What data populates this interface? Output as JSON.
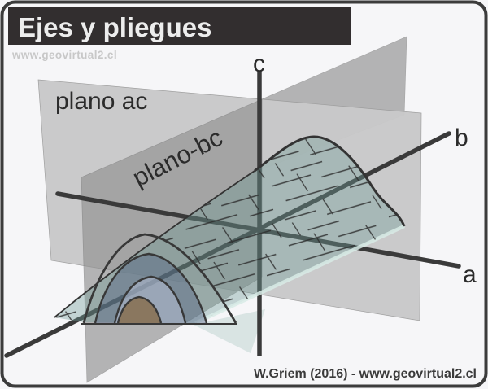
{
  "figure": {
    "title": "Ejes y pliegues",
    "watermark": "www.geovirtual2.cl",
    "credit": "W.Griem (2016) - www.geovirtual2.cl",
    "planes": {
      "ac_label": "plano ac",
      "bc_label": "plano-bc"
    },
    "axes": {
      "a": "a",
      "b": "b",
      "c": "c"
    },
    "colors": {
      "background": "#f6f6f8",
      "frame": "#3c3c3c",
      "title_bar": "#322e2f",
      "title_text": "#ededed",
      "watermark_text": "#c8c8c8",
      "label_text": "#2b2b2b",
      "plane_ac": "#c9c9ca",
      "plane_bc": "#909090",
      "axis": "#3a3a3a",
      "fold_surface": "rgba(110,155,150,0.38)",
      "fold_outline": "#333333",
      "hatch": "#2c2c2c",
      "band_blue_dark": "rgba(85,100,130,0.45)",
      "band_blue_light": "rgba(175,185,205,0.60)",
      "core_brown": "rgba(135,110,80,0.85)",
      "arc_outline": "#383838",
      "edge_highlight": "rgba(216,235,230,0.85)",
      "underside_teal": "rgba(188,210,205,0.5)",
      "credit_text": "#3a3a3a"
    }
  }
}
